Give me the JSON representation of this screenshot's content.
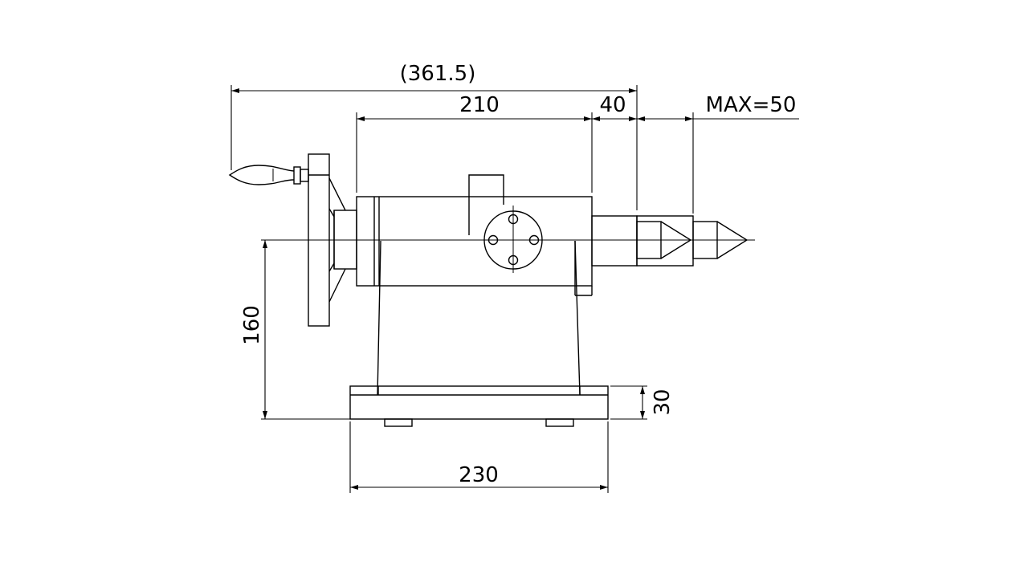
{
  "drawing": {
    "line_color": "#000000",
    "background": "#ffffff",
    "dimensions": {
      "overall_length": "(361.5)",
      "body_length": "210",
      "quill_extension": "40",
      "max_travel": "MAX=50",
      "center_height": "160",
      "base_thickness": "30",
      "base_width": "230"
    }
  }
}
